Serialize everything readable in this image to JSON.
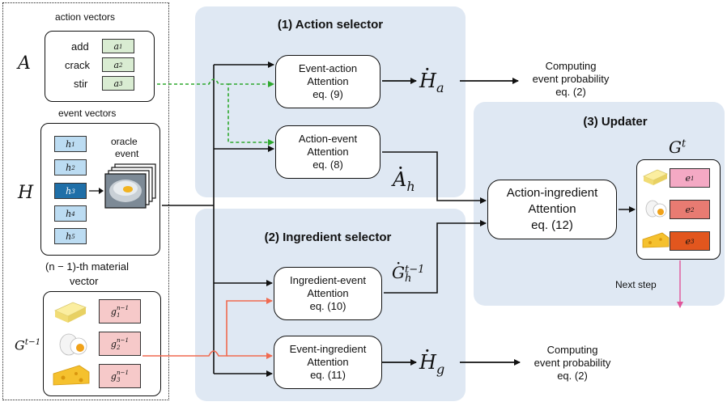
{
  "left": {
    "action_vectors_label": "action vectors",
    "A_symbol": "A",
    "actions": [
      {
        "word": "add",
        "vec": "a",
        "idx": "1"
      },
      {
        "word": "crack",
        "vec": "a",
        "idx": "2"
      },
      {
        "word": "stir",
        "vec": "a",
        "idx": "3"
      }
    ],
    "event_vectors_label": "event vectors",
    "H_symbol": "H",
    "events": [
      {
        "vec": "h",
        "idx": "1"
      },
      {
        "vec": "h",
        "idx": "2"
      },
      {
        "vec": "h",
        "idx": "3"
      },
      {
        "vec": "h",
        "idx": "4"
      },
      {
        "vec": "h",
        "idx": "5"
      }
    ],
    "oracle_label": "oracle",
    "oracle_event_label": "event",
    "material_label_line1": "(n − 1)-th material",
    "material_label_line2": "vector",
    "G_prev_symbol": "G",
    "G_prev_sup": "t−1",
    "materials": [
      {
        "vec": "g",
        "sup": "n−1",
        "idx": "1"
      },
      {
        "vec": "g",
        "sup": "n−1",
        "idx": "2"
      },
      {
        "vec": "g",
        "sup": "n−1",
        "idx": "3"
      }
    ]
  },
  "panels": {
    "action_selector": "(1) Action selector",
    "ingredient_selector": "(2) Ingredient selector",
    "updater": "(3) Updater"
  },
  "nodes": {
    "event_action": [
      "Event-action",
      "Attention",
      "eq. (9)"
    ],
    "action_event": [
      "Action-event",
      "Attention",
      "eq. (8)"
    ],
    "ingredient_event": [
      "Ingredient-event",
      "Attention",
      "eq. (10)"
    ],
    "event_ingredient": [
      "Event-ingredient",
      "Attention",
      "eq. (11)"
    ],
    "action_ingredient": [
      "Action-ingredient",
      "Attention",
      "eq. (12)"
    ]
  },
  "outputs": {
    "H_a": {
      "base": "H",
      "sub": "a"
    },
    "A_h": {
      "base": "A",
      "sub": "h"
    },
    "G_h": {
      "base": "G",
      "sub": "h",
      "sup": "t−1"
    },
    "H_g": {
      "base": "H",
      "sub": "g"
    }
  },
  "computing_top": [
    "Computing",
    "event probability",
    "eq. (2)"
  ],
  "computing_bottom": [
    "Computing",
    "event probability",
    "eq. (2)"
  ],
  "updater": {
    "G_symbol": "G",
    "G_sup": "t",
    "cells": [
      {
        "vec": "e",
        "idx": "1"
      },
      {
        "vec": "e",
        "idx": "2"
      },
      {
        "vec": "e",
        "idx": "3"
      }
    ],
    "next_step": "Next step"
  },
  "colors": {
    "panel": "#dfe8f3",
    "green_dashed": "#2ea82e",
    "red_arrow": "#f06a50",
    "pink_arrow": "#e0559a"
  }
}
